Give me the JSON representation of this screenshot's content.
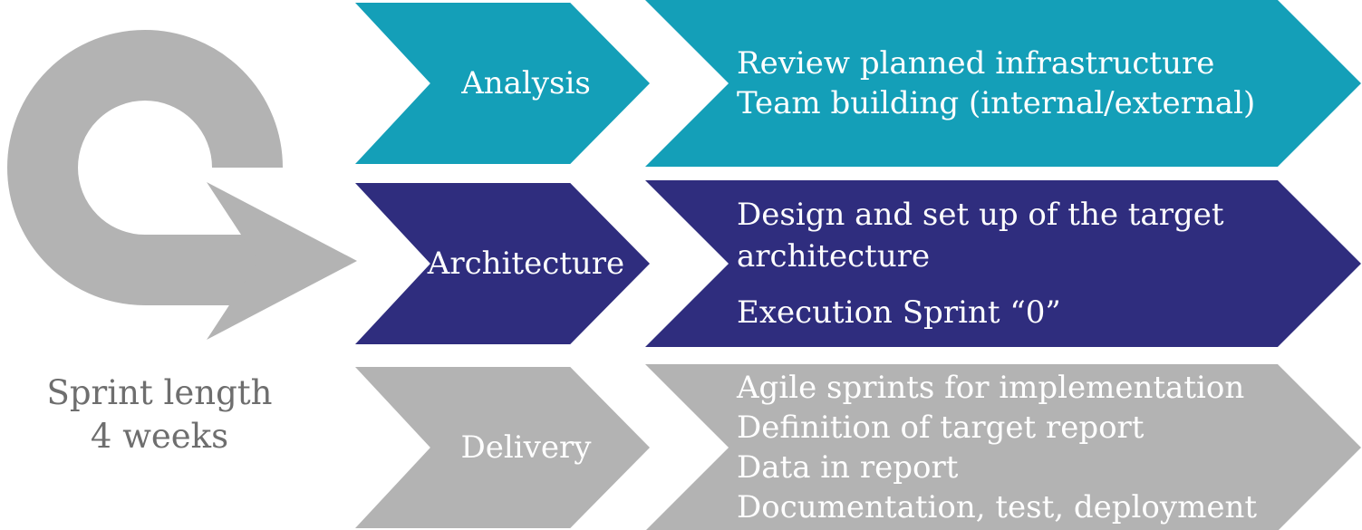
{
  "icon": {
    "name": "loop-arrow",
    "color": "#b3b3b3"
  },
  "note": {
    "line1": "Sprint length",
    "line2": "4 weeks",
    "color": "#6e6e6e"
  },
  "rows": [
    {
      "label": "Analysis",
      "color": "#149fb8",
      "items": [
        "Review planned infrastructure",
        "Team building (internal/external)"
      ]
    },
    {
      "label": "Architecture",
      "color": "#2f2d7e",
      "items": [
        "Design and set up of the target architecture",
        "Execution Sprint “0”"
      ]
    },
    {
      "label": "Delivery",
      "color": "#b3b3b3",
      "items": [
        "Agile sprints for implementation",
        "Definition of target report",
        "Data in report",
        "Documentation, test, deployment"
      ]
    }
  ]
}
